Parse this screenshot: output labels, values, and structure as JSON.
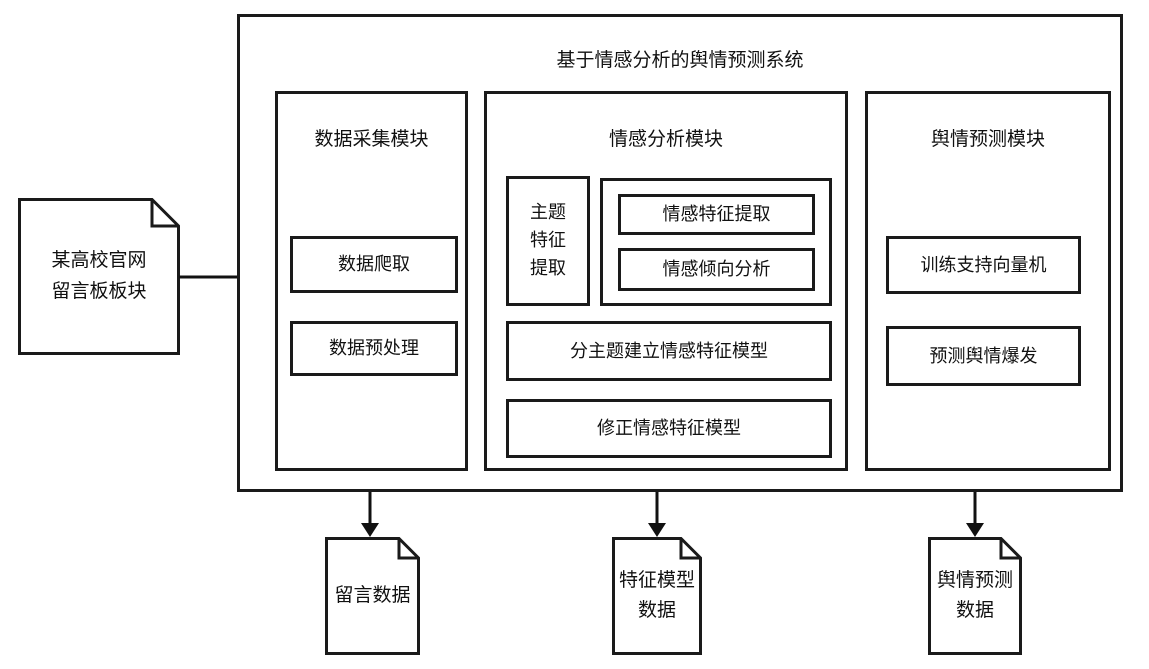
{
  "diagram": {
    "title": "基于情感分析的舆情预测系统",
    "input_doc": {
      "line1": "某高校官网",
      "line2": "留言板板块"
    },
    "modules": {
      "collection": {
        "title": "数据采集模块",
        "items": [
          {
            "label": "数据爬取"
          },
          {
            "label": "数据预处理"
          }
        ]
      },
      "sentiment": {
        "title": "情感分析模块",
        "topic_feature": "主题特征提取",
        "inner_items": [
          {
            "label": "情感特征提取"
          },
          {
            "label": "情感倾向分析"
          }
        ],
        "build_model": "分主题建立情感特征模型",
        "revise_model": "修正情感特征模型"
      },
      "prediction": {
        "title": "舆情预测模块",
        "items": [
          {
            "label": "训练支持向量机"
          },
          {
            "label": "预测舆情爆发"
          }
        ]
      }
    },
    "outputs": [
      {
        "label": "留言数据"
      },
      {
        "label": "特征模型数据"
      },
      {
        "label": "舆情预测数据"
      }
    ],
    "colors": {
      "stroke": "#1a1a1a",
      "background": "#ffffff"
    }
  }
}
